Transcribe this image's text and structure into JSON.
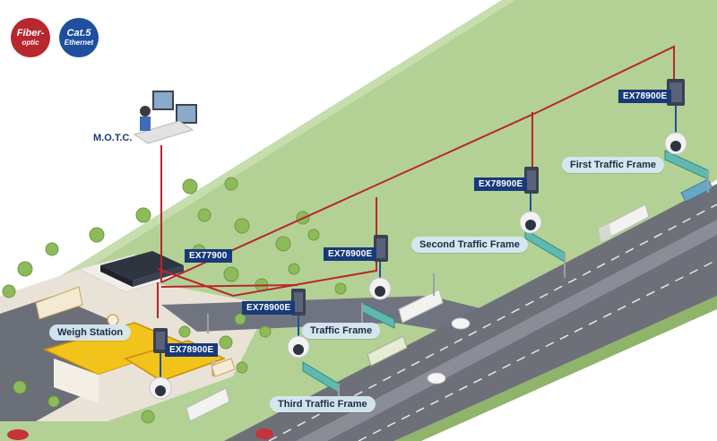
{
  "legend": {
    "fiber": {
      "line1": "Fiber-",
      "line2": "optic",
      "color": "#b8262e"
    },
    "cat5": {
      "line1": "Cat.5",
      "line2": "Ethernet",
      "color": "#1f4f9e"
    }
  },
  "control_center": {
    "label": "M.O.T.C."
  },
  "devices": {
    "core_switch": "EX77900",
    "switch_first_frame": "EX78900E",
    "switch_second_frame": "EX78900E",
    "switch_center": "EX78900E",
    "switch_traffic_frame": "EX78900E",
    "switch_weigh_station": "EX78900E"
  },
  "locations": {
    "first_frame": "First Traffic Frame",
    "second_frame": "Second Traffic Frame",
    "traffic_frame": "Traffic Frame",
    "third_frame": "Third Traffic Frame",
    "weigh_station": "Weigh Station"
  },
  "colors": {
    "fiber_line": "#b8262e",
    "grass": "#a8c98a",
    "road": "#6d7078",
    "label_bg": "#183a7a"
  }
}
